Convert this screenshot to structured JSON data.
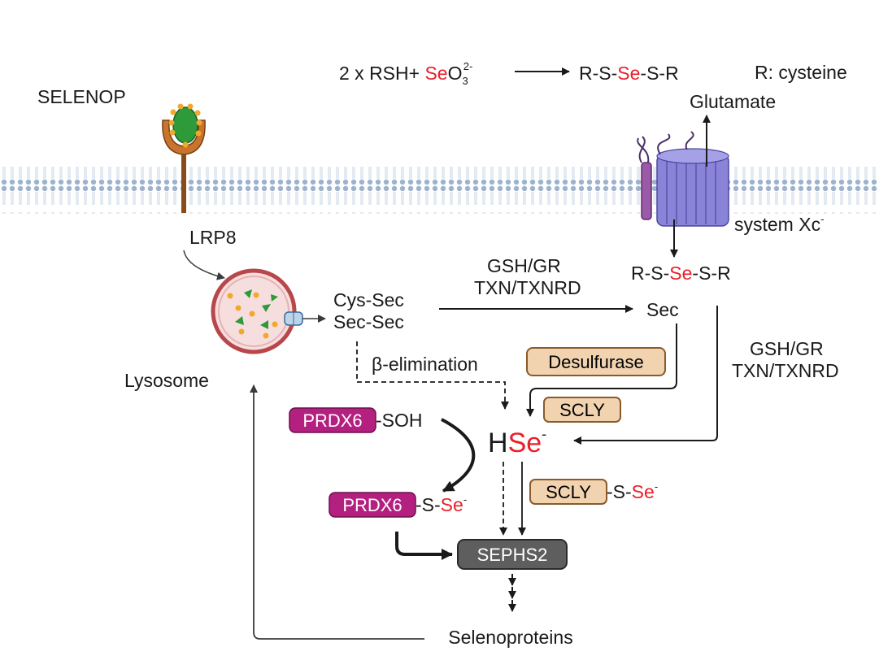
{
  "colors": {
    "selenium_red": "#e8202a",
    "membrane_blue": "#9db3cc",
    "transporter_purple": "#8a84d8",
    "enzyme_tan": "#f1d3b0",
    "enzyme_border": "#8a5a2b",
    "prdx6_magenta": "#b3207f",
    "sephs2_gray": "#5e5e5e"
  },
  "reaction": {
    "left_prefix": "2 x RSH+ ",
    "left_se": "Se",
    "left_o": "O",
    "left_sub": "3",
    "left_sup": "2-",
    "right_a": "R-S-",
    "right_se": "Se",
    "right_b": "-S-R",
    "note": "R: cysteine"
  },
  "labels": {
    "selenop": "SELENOP",
    "lrp8": "LRP8",
    "glutamate": "Glutamate",
    "system_xc": "system Xc",
    "system_xc_sup": "-",
    "rsser_a": "R-S-",
    "rsser_se": "Se",
    "rsser_b": "-S-R",
    "cys_sec": "Cys-Sec",
    "sec_sec": "Sec-Sec",
    "gsh_gr_1": "GSH/GR",
    "txn_1": "TXN/TXNRD",
    "sec": "Sec",
    "gsh_gr_2": "GSH/GR",
    "txn_2": "TXN/TXNRD",
    "beta_elim": "β-elimination",
    "lysosome": "Lysosome",
    "hse_h": "H",
    "hse_se": "Se",
    "hse_sup": "-",
    "prdx6_soh_suffix": "-SOH",
    "prdx6_s": "-S-",
    "prdx6_se": "Se",
    "prdx6_sup": "-",
    "scly_s": "-S-",
    "scly_se": "Se",
    "scly_sup": "-",
    "selenoproteins": "Selenoproteins"
  },
  "boxes": {
    "desulfurase": "Desulfurase",
    "scly": "SCLY",
    "scly2": "SCLY",
    "prdx6_a": "PRDX6",
    "prdx6_b": "PRDX6",
    "sephs2": "SEPHS2"
  },
  "icons": {
    "selenop": "selenop-protein-icon",
    "lrp8": "lrp8-receptor-icon",
    "membrane": "lipid-bilayer-icon",
    "transporter": "system-xc-transporter-icon",
    "lysosome": "lysosome-vesicle-icon"
  }
}
